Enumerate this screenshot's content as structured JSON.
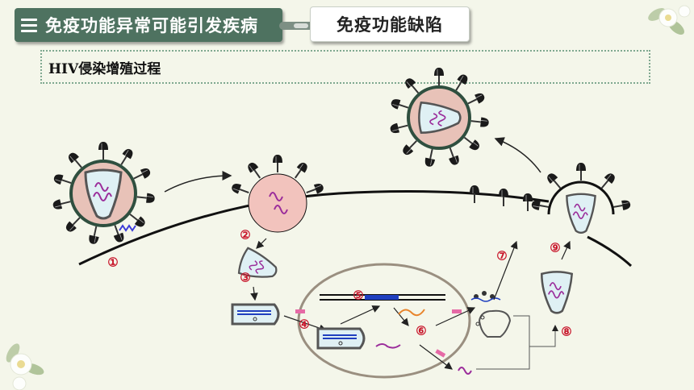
{
  "header": {
    "title": "免疫功能异常可能引发疾病",
    "subtitle": "免疫功能缺陷"
  },
  "section": {
    "title": "HIV侵染增殖过程"
  },
  "steps": [
    "①",
    "②",
    "③",
    "④",
    "⑤",
    "⑥",
    "⑦",
    "⑧",
    "⑨"
  ],
  "colors": {
    "title_bg": "#4e7260",
    "label_red": "#c8162b",
    "rna_purple": "#9b2d9b",
    "dna_blue": "#1f3fbf",
    "envelope_pink": "#f2c3bd"
  }
}
